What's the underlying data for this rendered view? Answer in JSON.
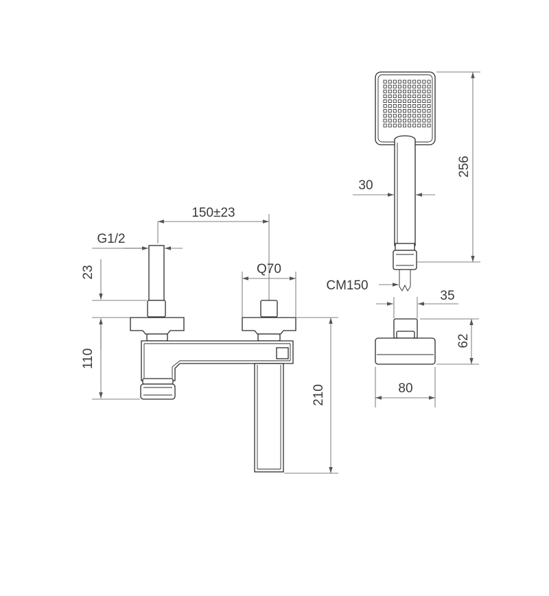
{
  "dimensions": {
    "spacing": "150±23",
    "thread": "G1/2",
    "inlet_height": "23",
    "mixer_height": "110",
    "spout_height": "210",
    "handle_size": "Q70",
    "handshower_length": "256",
    "handle_width": "30",
    "hose": "CM150",
    "holder_neck": "35",
    "holder_height": "62",
    "holder_width": "80"
  }
}
